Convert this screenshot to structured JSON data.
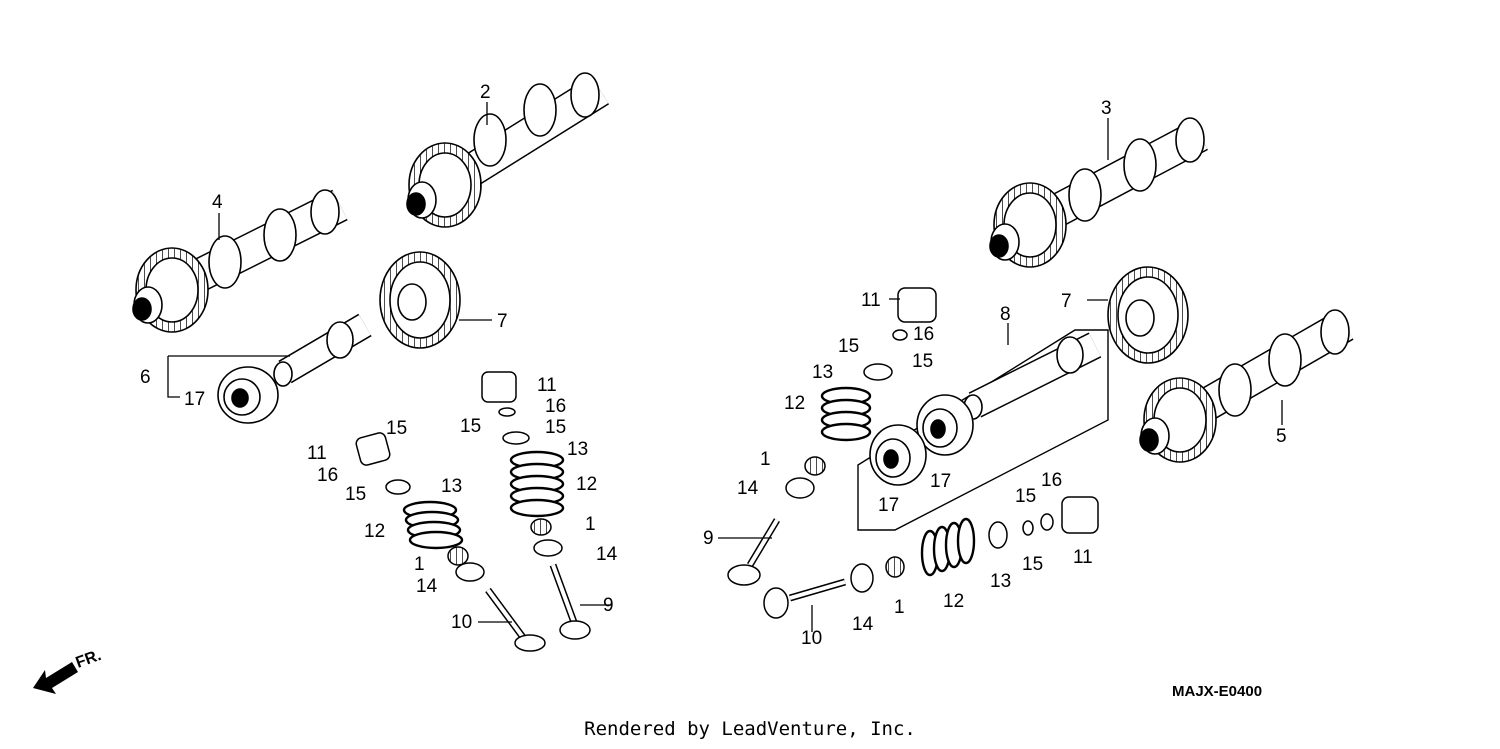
{
  "callouts": [
    "2",
    "4",
    "3",
    "7",
    "7",
    "11",
    "8",
    "6",
    "17",
    "16",
    "15",
    "15",
    "13",
    "11",
    "16",
    "15",
    "15",
    "12",
    "13",
    "11",
    "15",
    "16",
    "15",
    "13",
    "12",
    "12",
    "1",
    "1",
    "14",
    "14",
    "17",
    "17",
    "5",
    "9",
    "9",
    "10",
    "10",
    "1",
    "14",
    "12",
    "13",
    "15",
    "16",
    "15",
    "11",
    "1",
    "14"
  ],
  "diagram_code": "MAJX-E0400",
  "credit": "Rendered by LeadVenture, Inc.",
  "direction_marker": "FR."
}
